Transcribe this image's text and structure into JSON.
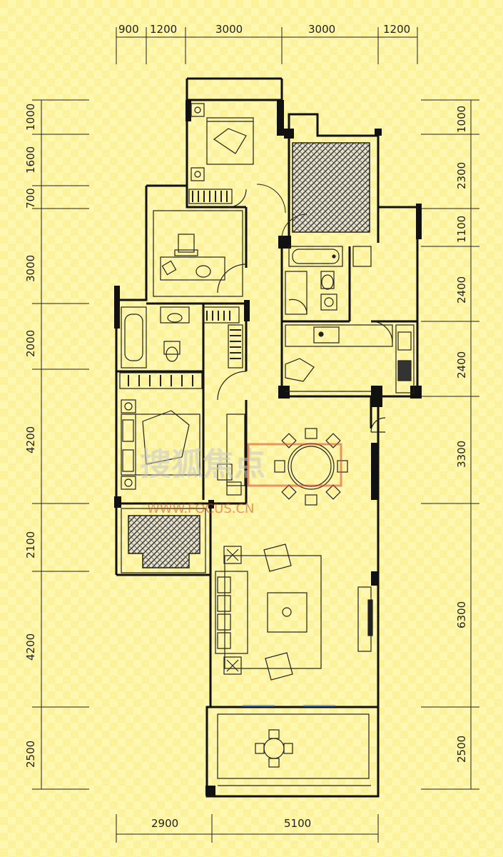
{
  "dims": {
    "top": [
      "900",
      "1200",
      "3000",
      "3000",
      "1200"
    ],
    "bottom": [
      "2900",
      "5100"
    ],
    "left": [
      "1000",
      "1600",
      "700",
      "3000",
      "2000",
      "4200",
      "2100",
      "4200",
      "2500"
    ],
    "right": [
      "1000",
      "2300",
      "1100",
      "2400",
      "2400",
      "3300",
      "6300",
      "2500"
    ]
  },
  "watermark": {
    "cn": "搜狐焦点",
    "url": "WWW.FOCUS.CN"
  },
  "colors": {
    "background": "#fdf7b0",
    "wall": "#111111",
    "watermark": "#d9472b"
  }
}
